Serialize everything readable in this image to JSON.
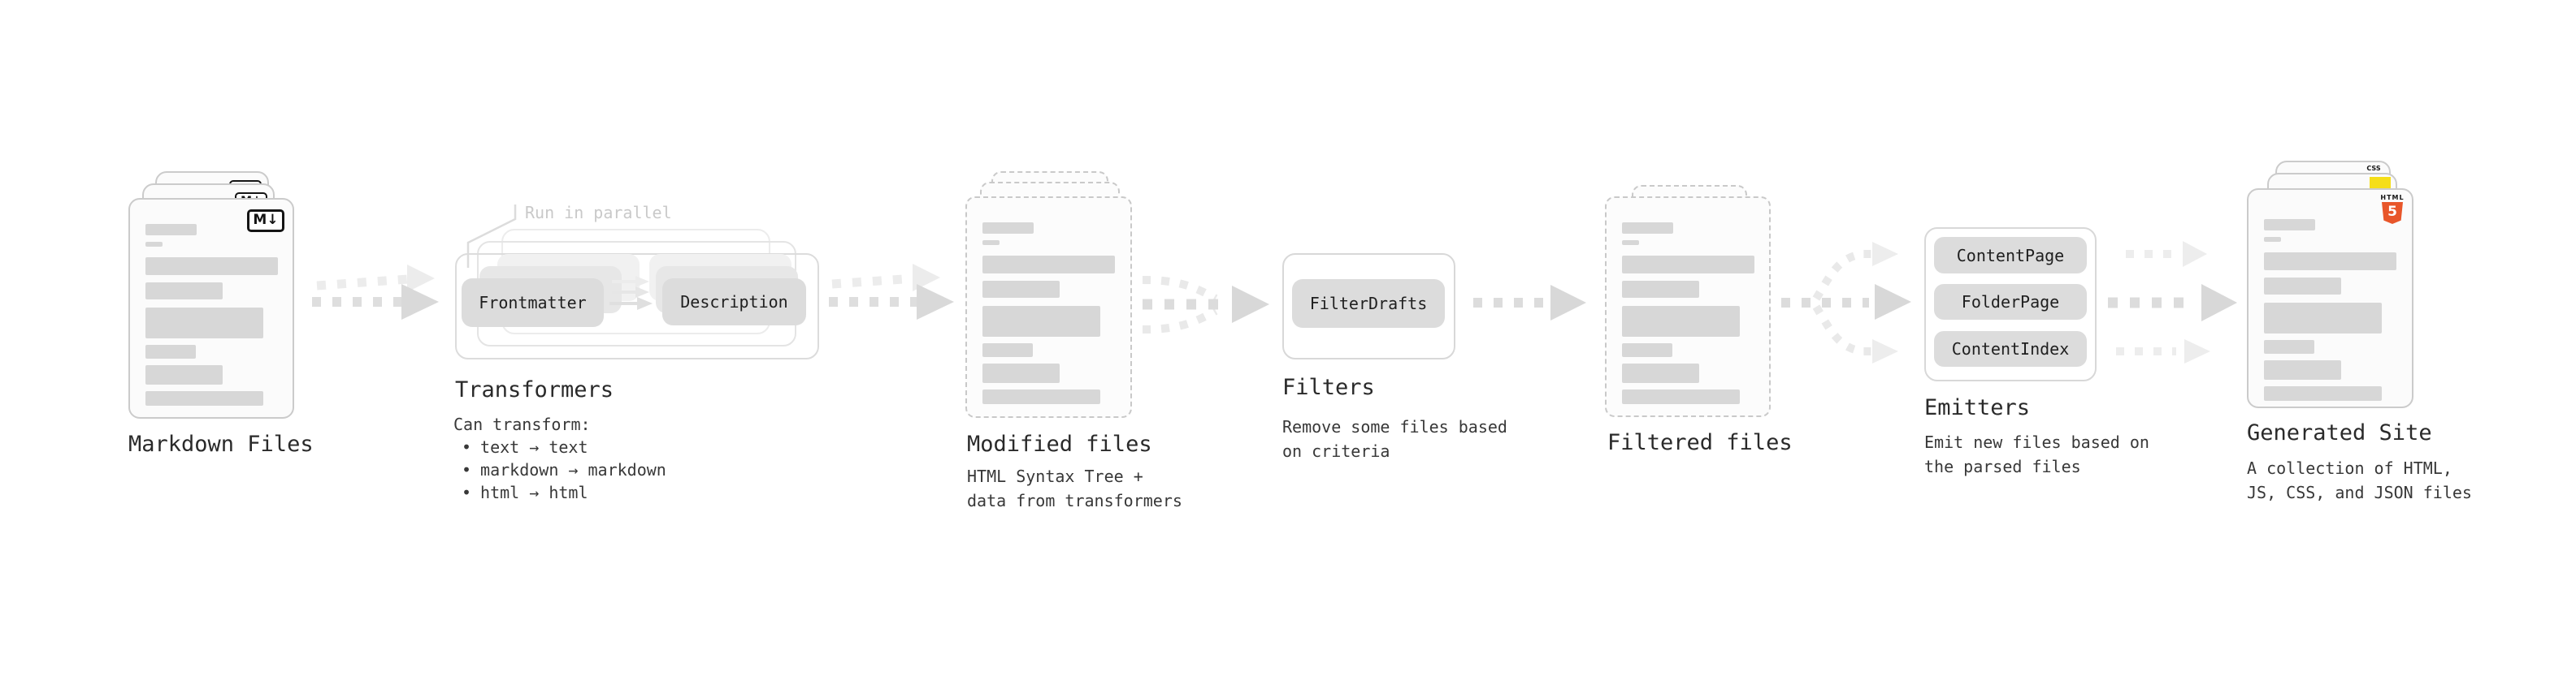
{
  "colors": {
    "page_bg": "#ffffff",
    "doc_fill": "#fbfbfb",
    "doc_border": "#cbcbcb",
    "dashed_border": "#c9c9c9",
    "placeholder_bar": "#d7d7d7",
    "pill_fill": "#dcdcdc",
    "pill_text": "#1f1f1f",
    "title_text": "#2a2a2a",
    "desc_text": "#383838",
    "muted_note": "#c9c9c9",
    "arrow_gray": "#d9d9d9",
    "arrow_light": "#ececec",
    "html5_orange": "#e8562a",
    "js_yellow": "#f5de19",
    "css_blue": "#2d65f2"
  },
  "stages": {
    "markdown_files": {
      "title": "Markdown Files",
      "badge": "M↓"
    },
    "transformers": {
      "title": "Transformers",
      "note": "Run in parallel",
      "pill_left": "Frontmatter",
      "pill_right": "Description",
      "desc_heading": "Can transform:",
      "bullet_marker": "•",
      "bullets": [
        "text → text",
        "markdown → markdown",
        "html → html"
      ]
    },
    "modified_files": {
      "title": "Modified files",
      "desc_lines": [
        "HTML Syntax Tree +",
        "data from transformers"
      ]
    },
    "filters": {
      "title": "Filters",
      "pill": "FilterDrafts",
      "desc_lines": [
        "Remove some files based",
        "on criteria"
      ]
    },
    "filtered_files": {
      "title": "Filtered files"
    },
    "emitters": {
      "title": "Emitters",
      "pills": [
        "ContentPage",
        "FolderPage",
        "ContentIndex"
      ],
      "desc_lines": [
        "Emit new files based on",
        "the parsed files"
      ]
    },
    "generated_site": {
      "title": "Generated Site",
      "desc_lines": [
        "A collection of HTML,",
        "JS, CSS, and JSON files"
      ],
      "html5_badge": {
        "label": "HTML",
        "number": "5"
      },
      "css_badge": "CSS"
    }
  }
}
